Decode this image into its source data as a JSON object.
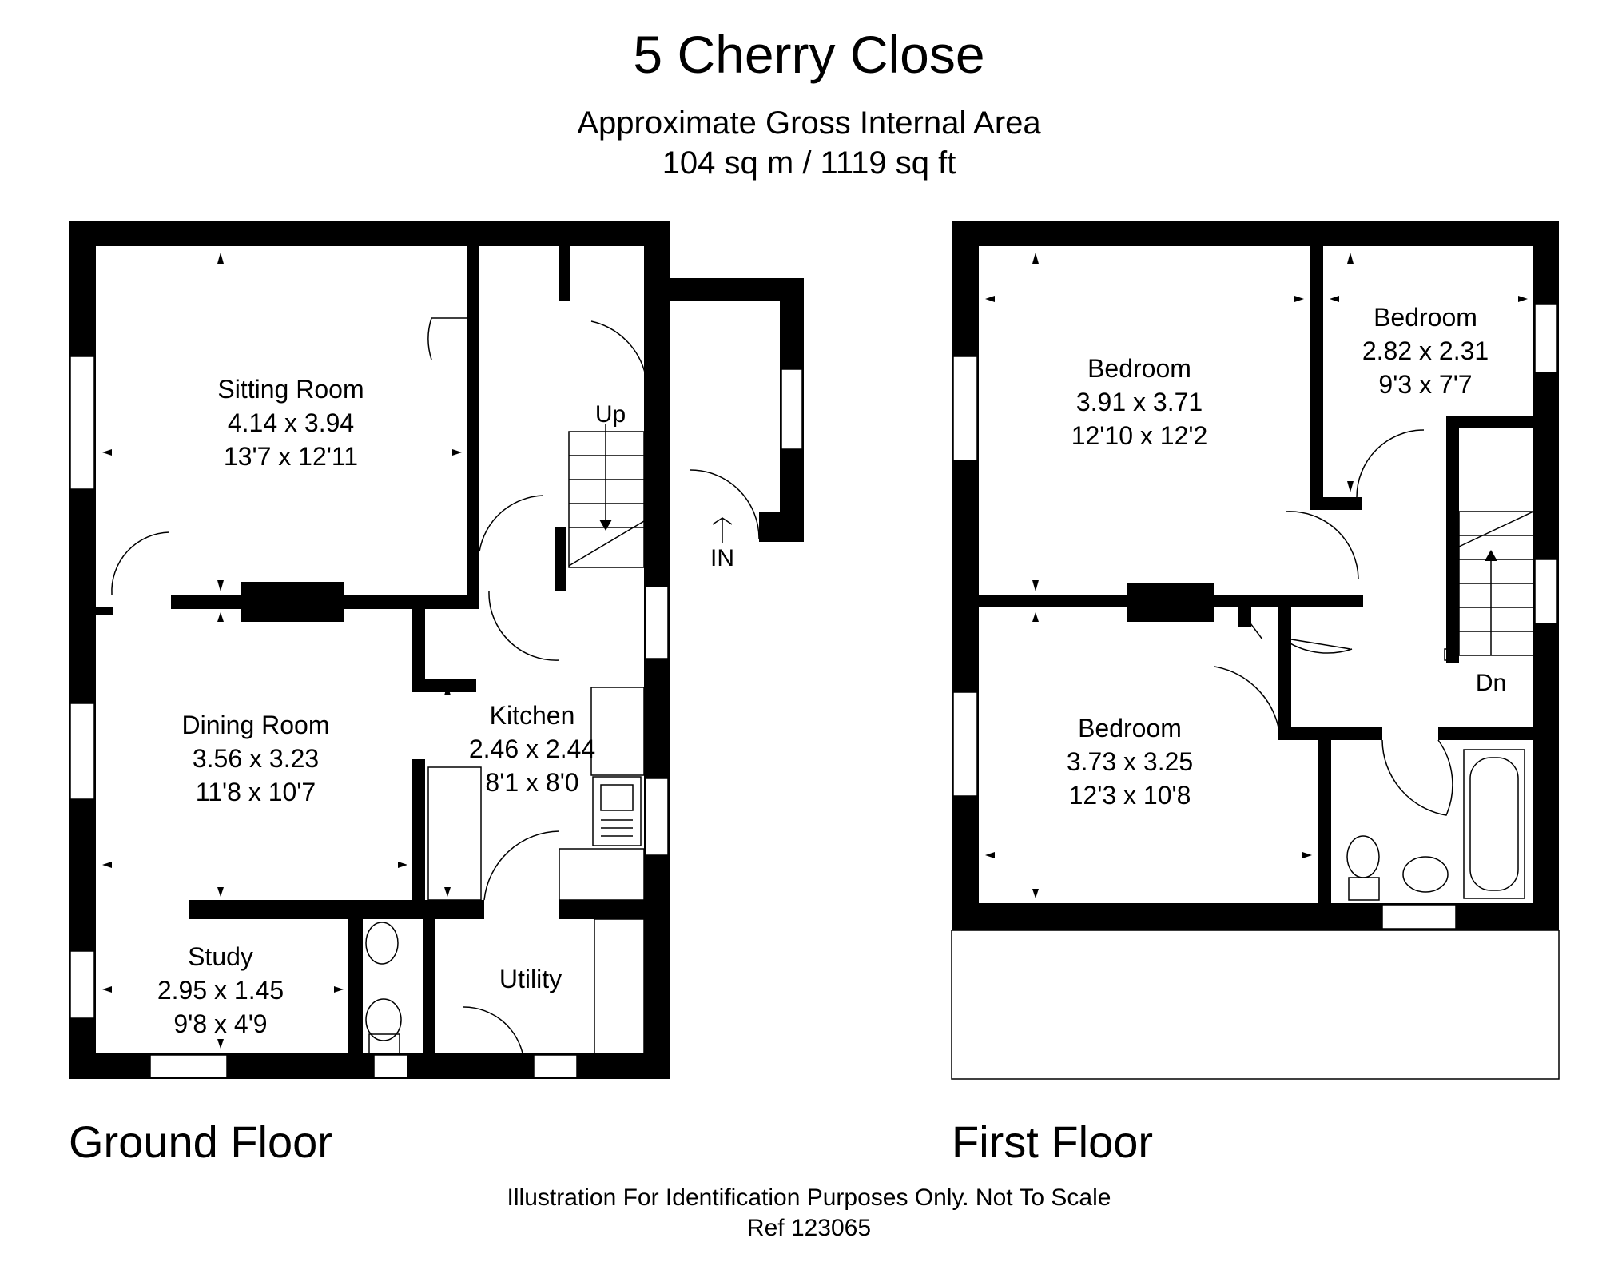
{
  "header": {
    "title": "5 Cherry Close",
    "area_label": "Approximate Gross Internal Area",
    "area_value": "104 sq m / 1119 sq ft"
  },
  "ground_floor": {
    "label": "Ground Floor",
    "rooms": {
      "sitting": {
        "name": "Sitting Room",
        "metric": "4.14 x 3.94",
        "imperial": "13'7 x 12'11"
      },
      "dining": {
        "name": "Dining Room",
        "metric": "3.56 x 3.23",
        "imperial": "11'8 x 10'7"
      },
      "kitchen": {
        "name": "Kitchen",
        "metric": "2.46 x 2.44",
        "imperial": "8'1 x 8'0"
      },
      "study": {
        "name": "Study",
        "metric": "2.95 x 1.45",
        "imperial": "9'8 x 4'9"
      },
      "utility": {
        "name": "Utility"
      }
    },
    "stairs_label": "Up",
    "entrance_label": "IN"
  },
  "first_floor": {
    "label": "First Floor",
    "rooms": {
      "bed1": {
        "name": "Bedroom",
        "metric": "3.91 x 3.71",
        "imperial": "12'10 x 12'2"
      },
      "bed2": {
        "name": "Bedroom",
        "metric": "2.82 x 2.31",
        "imperial": "9'3 x 7'7"
      },
      "bed3": {
        "name": "Bedroom",
        "metric": "3.73 x 3.25",
        "imperial": "12'3 x 10'8"
      }
    },
    "stairs_label": "Dn"
  },
  "footer": {
    "disclaimer": "Illustration For Identification Purposes Only. Not To Scale",
    "reference": "Ref  123065"
  }
}
